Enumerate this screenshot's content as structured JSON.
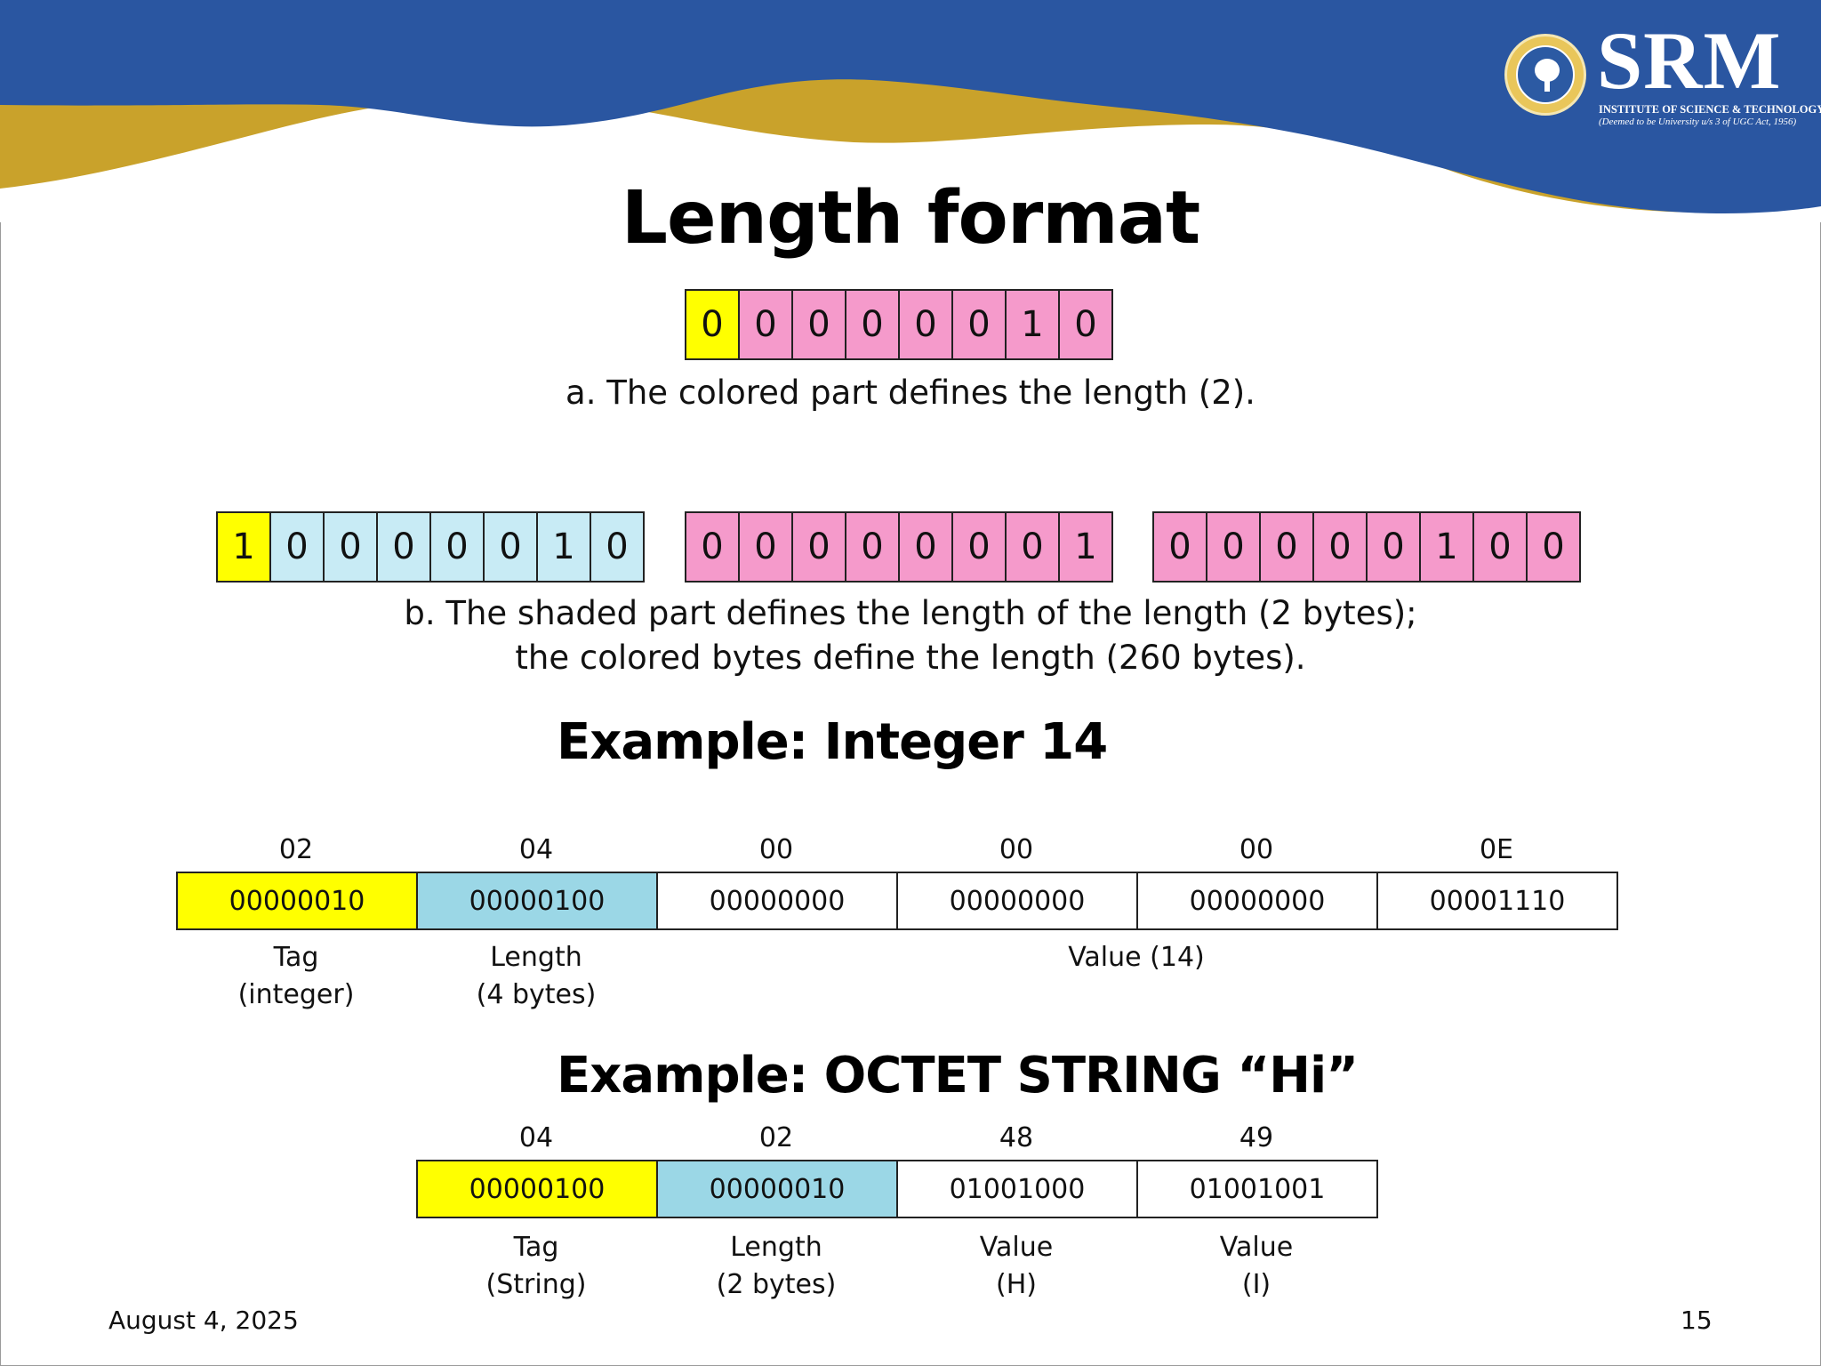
{
  "slide": {
    "title": "Length format",
    "date": "August 4, 2025",
    "page_number": "15"
  },
  "logo": {
    "wordmark": "SRM",
    "line1": "INSTITUTE OF SCIENCE & TECHNOLOGY",
    "line2": "(Deemed to be University u/s 3 of UGC Act, 1956)"
  },
  "colors": {
    "header_blue": "#2a56a1",
    "header_gold": "#c9a22b",
    "highlight_yellow": "#ffff00",
    "pink": "#f59acb",
    "light_blue": "#c8ebf5",
    "length_blue": "#9bd7e6"
  },
  "figure_a": {
    "bits": [
      "0",
      "0",
      "0",
      "0",
      "0",
      "0",
      "1",
      "0"
    ],
    "caption": "a. The colored part defines the length (2)."
  },
  "figure_b": {
    "byte1": [
      "1",
      "0",
      "0",
      "0",
      "0",
      "0",
      "1",
      "0"
    ],
    "byte2": [
      "0",
      "0",
      "0",
      "0",
      "0",
      "0",
      "0",
      "1"
    ],
    "byte3": [
      "0",
      "0",
      "0",
      "0",
      "0",
      "1",
      "0",
      "0"
    ],
    "caption_line1": "b. The shaded part defines the length of the length (2 bytes);",
    "caption_line2": "the colored bytes define the length (260 bytes)."
  },
  "example_integer": {
    "heading": "Example: Integer 14",
    "hex": [
      "02",
      "04",
      "00",
      "00",
      "00",
      "0E"
    ],
    "binary": [
      "00000010",
      "00000100",
      "00000000",
      "00000000",
      "00000000",
      "00001110"
    ],
    "tag_label": [
      "Tag",
      "(integer)"
    ],
    "length_label": [
      "Length",
      "(4 bytes)"
    ],
    "value_label": "Value (14)"
  },
  "example_string": {
    "heading": "Example: OCTET STRING “Hi”",
    "hex": [
      "04",
      "02",
      "48",
      "49"
    ],
    "binary": [
      "00000100",
      "00000010",
      "01001000",
      "01001001"
    ],
    "tag_label": [
      "Tag",
      "(String)"
    ],
    "length_label": [
      "Length",
      "(2 bytes)"
    ],
    "value_h_label": [
      "Value",
      "(H)"
    ],
    "value_i_label": [
      "Value",
      "(I)"
    ]
  }
}
